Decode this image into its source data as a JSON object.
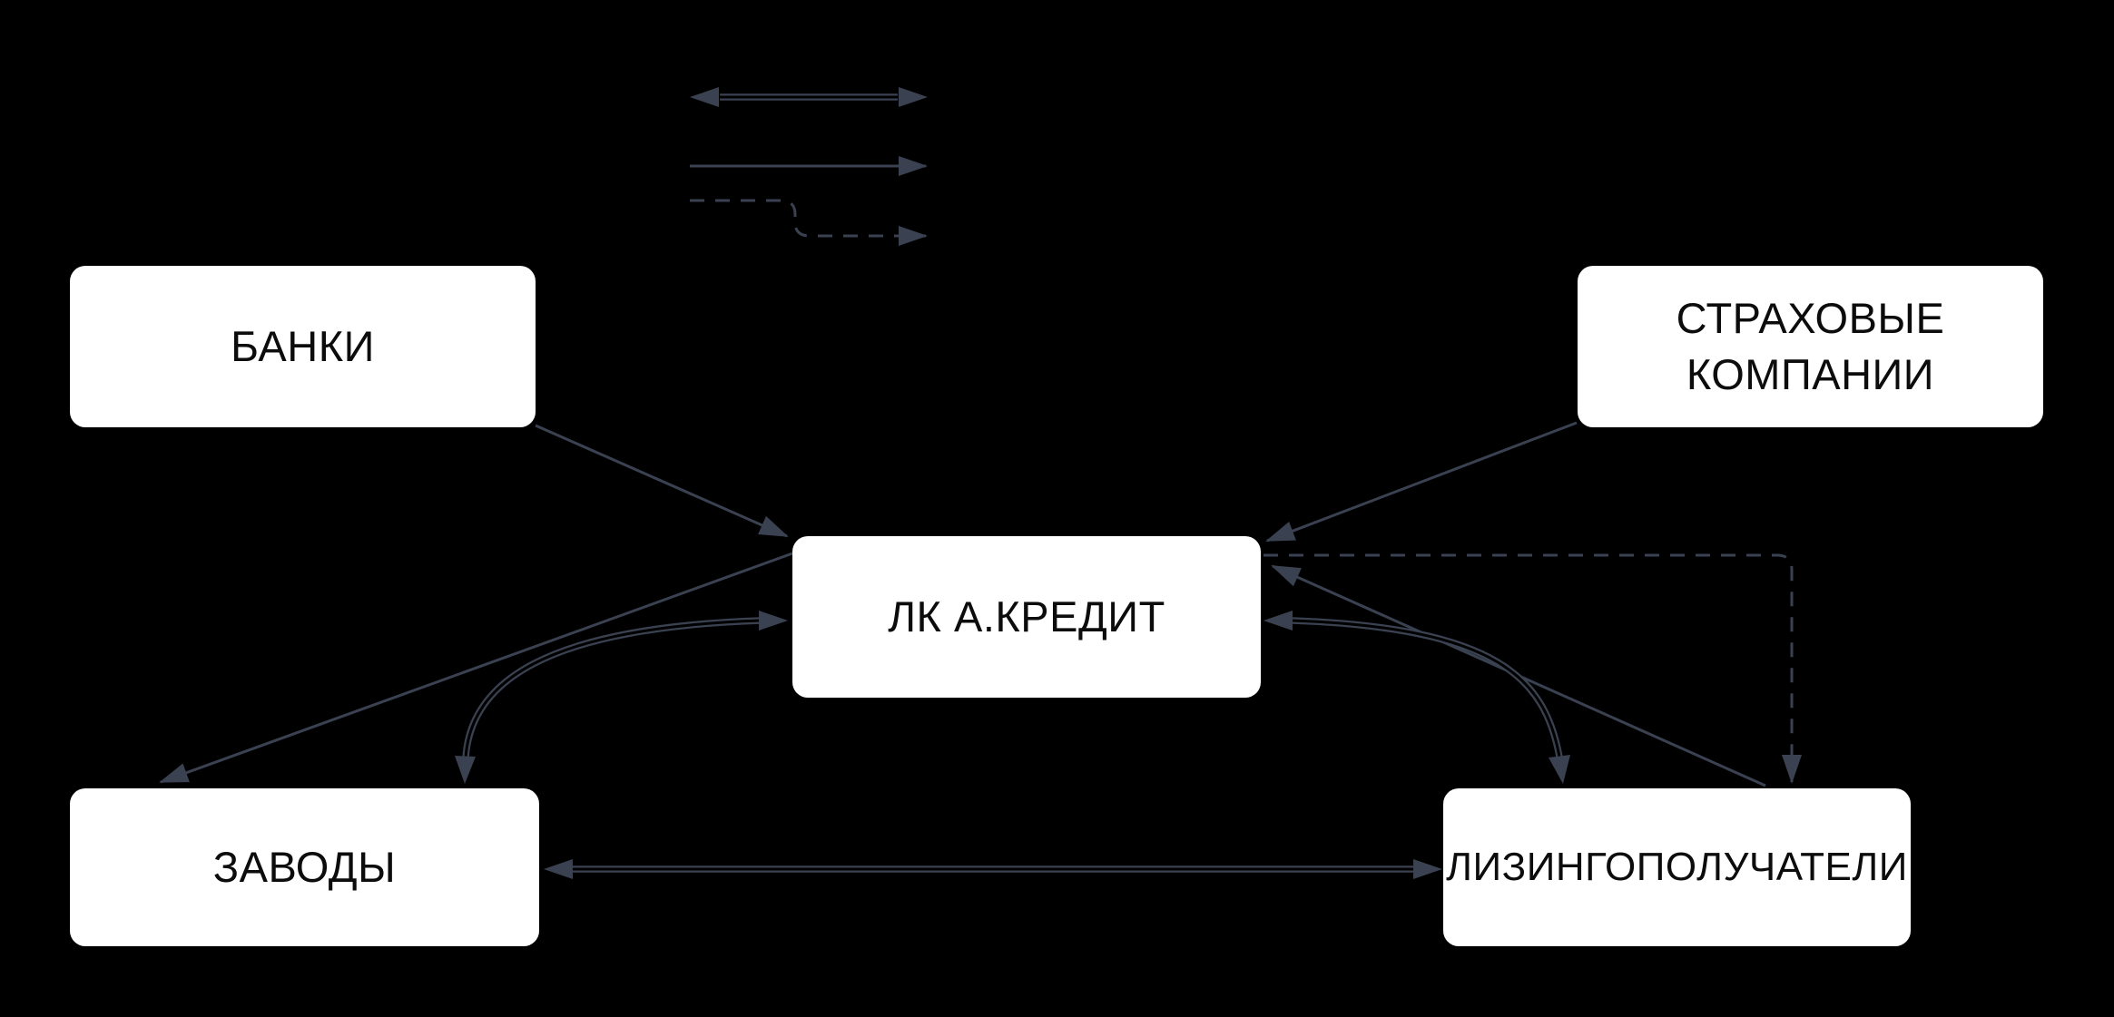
{
  "diagram": {
    "colors": {
      "background": "#000000",
      "arrow": "#3a4150",
      "box_background": "#ffffff",
      "box_text": "#0c0c0c"
    },
    "legend": {
      "items": [
        {
          "id": "double-bidirectional",
          "description": "double-line arrow with heads on both ends"
        },
        {
          "id": "solid-single",
          "description": "solid single line arrow pointing right"
        },
        {
          "id": "dashed-single",
          "description": "dashed stepped arrow pointing right"
        }
      ]
    },
    "nodes": [
      {
        "id": "banks",
        "label": "БАНКИ"
      },
      {
        "id": "insurance",
        "label": "СТРАХОВЫЕ КОМПАНИИ"
      },
      {
        "id": "lk_a_credit",
        "label": "ЛК А.КРЕДИТ"
      },
      {
        "id": "factories",
        "label": "ЗАВОДЫ"
      },
      {
        "id": "lessees",
        "label": "ЛИЗИНГОПОЛУЧАТЕЛИ"
      }
    ],
    "edges": [
      {
        "from": "banks",
        "to": "lk_a_credit",
        "style": "solid"
      },
      {
        "from": "insurance",
        "to": "lk_a_credit",
        "style": "solid"
      },
      {
        "from": "lessees",
        "to": "lk_a_credit",
        "style": "solid"
      },
      {
        "from": "lk_a_credit",
        "to": "factories",
        "style": "solid"
      },
      {
        "from": "lk_a_credit",
        "to": "factories",
        "style": "double-bidirectional"
      },
      {
        "from": "lk_a_credit",
        "to": "lessees",
        "style": "double-bidirectional"
      },
      {
        "from": "lk_a_credit",
        "to": "lessees",
        "style": "dashed"
      },
      {
        "from": "factories",
        "to": "lessees",
        "style": "double-bidirectional"
      }
    ]
  }
}
